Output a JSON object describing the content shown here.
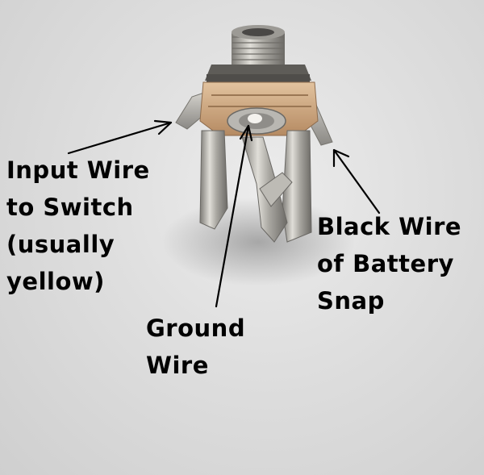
{
  "scene": {
    "subject": "1/4 inch mono jack with solder lugs",
    "background_color": "#dcdcdc",
    "metal_color": "#b8b6b0",
    "insulator_color": "#c9a07a"
  },
  "labels": {
    "input_wire": [
      "Input Wire",
      "to Switch",
      "(usually",
      "yellow)"
    ],
    "ground_wire": [
      "Ground",
      "Wire"
    ],
    "black_wire": [
      "Black Wire",
      "of Battery",
      "Snap"
    ]
  }
}
